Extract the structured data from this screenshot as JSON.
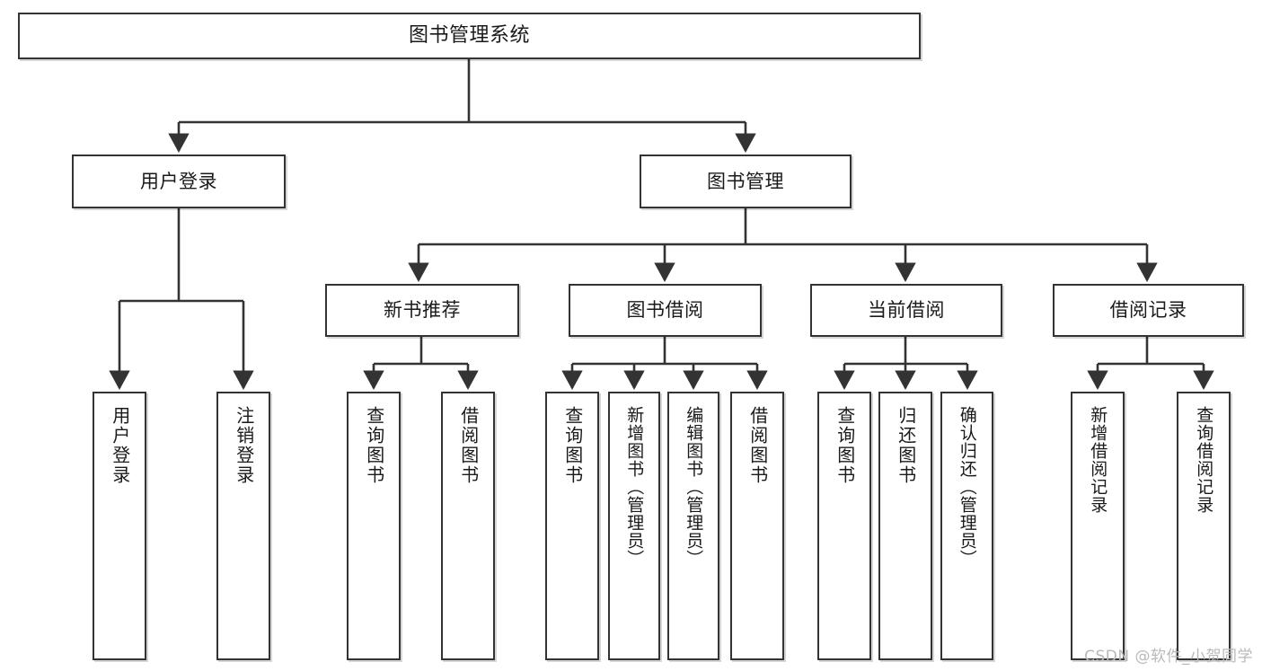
{
  "diagram": {
    "title": "图书管理系统",
    "type": "功能结构图",
    "watermark": "CSDN @软件_小贺同学",
    "colors": {
      "box_border": "#333333",
      "box_fill": "#ffffff",
      "connector": "#333333",
      "text": "#1a1a1a",
      "watermark": "#b9b9b9",
      "background": "#ffffff"
    },
    "levels": {
      "root": [
        "图书管理系统"
      ],
      "level2": [
        "用户登录",
        "图书管理"
      ],
      "level3": [
        "新书推荐",
        "图书借阅",
        "当前借阅",
        "借阅记录"
      ],
      "level4": [
        "用户登录",
        "注销登录",
        "查询图书",
        "借阅图书",
        "查询图书",
        "新增图书（管理员）",
        "编辑图书（管理员）",
        "借阅图书",
        "查询图书",
        "归还图书",
        "确认归还（管理员）",
        "新增借阅记录",
        "查询借阅记录"
      ]
    },
    "nodes": {
      "root": {
        "label": "图书管理系统"
      },
      "user_login": {
        "label": "用户登录"
      },
      "book_manage": {
        "label": "图书管理"
      },
      "new_book_rec": {
        "label": "新书推荐"
      },
      "book_borrow": {
        "label": "图书借阅"
      },
      "current_borrow": {
        "label": "当前借阅"
      },
      "borrow_record": {
        "label": "借阅记录"
      },
      "leaf_user_login": {
        "label": "用户登录"
      },
      "leaf_logout": {
        "label": "注销登录"
      },
      "leaf_query_book_1": {
        "label": "查询图书"
      },
      "leaf_borrow_book_1": {
        "label": "借阅图书"
      },
      "leaf_query_book_2": {
        "label": "查询图书"
      },
      "leaf_add_book": {
        "label": "新增图书（管理员）"
      },
      "leaf_edit_book": {
        "label": "编辑图书（管理员）"
      },
      "leaf_borrow_book_2": {
        "label": "借阅图书"
      },
      "leaf_query_book_3": {
        "label": "查询图书"
      },
      "leaf_return_book": {
        "label": "归还图书"
      },
      "leaf_confirm_return": {
        "label": "确认归还（管理员）"
      },
      "leaf_add_record": {
        "label": "新增借阅记录"
      },
      "leaf_query_record": {
        "label": "查询借阅记录"
      }
    },
    "edges": [
      {
        "from": "root",
        "to": "user_login"
      },
      {
        "from": "root",
        "to": "book_manage"
      },
      {
        "from": "user_login",
        "to": "leaf_user_login"
      },
      {
        "from": "user_login",
        "to": "leaf_logout"
      },
      {
        "from": "book_manage",
        "to": "new_book_rec"
      },
      {
        "from": "book_manage",
        "to": "book_borrow"
      },
      {
        "from": "book_manage",
        "to": "current_borrow"
      },
      {
        "from": "book_manage",
        "to": "borrow_record"
      },
      {
        "from": "new_book_rec",
        "to": "leaf_query_book_1"
      },
      {
        "from": "new_book_rec",
        "to": "leaf_borrow_book_1"
      },
      {
        "from": "book_borrow",
        "to": "leaf_query_book_2"
      },
      {
        "from": "book_borrow",
        "to": "leaf_add_book"
      },
      {
        "from": "book_borrow",
        "to": "leaf_edit_book"
      },
      {
        "from": "book_borrow",
        "to": "leaf_borrow_book_2"
      },
      {
        "from": "current_borrow",
        "to": "leaf_query_book_3"
      },
      {
        "from": "current_borrow",
        "to": "leaf_return_book"
      },
      {
        "from": "current_borrow",
        "to": "leaf_confirm_return"
      },
      {
        "from": "borrow_record",
        "to": "leaf_add_record"
      },
      {
        "from": "borrow_record",
        "to": "leaf_query_record"
      }
    ]
  }
}
